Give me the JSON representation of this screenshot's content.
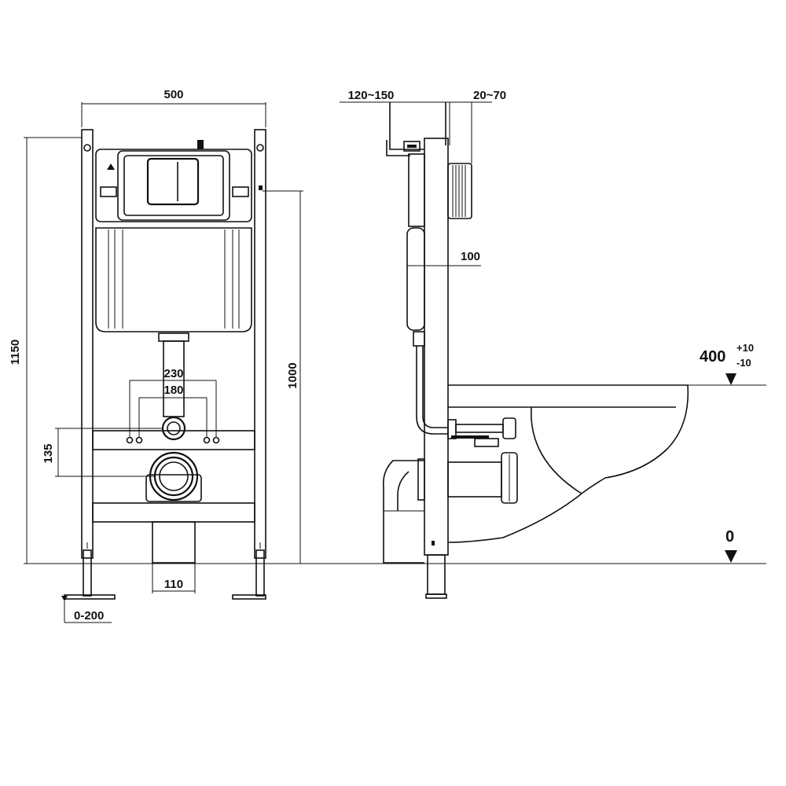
{
  "front_view": {
    "width_label": "500",
    "height_label": "1150",
    "flush_height_label": "1000",
    "outer_spacing_label": "230",
    "inner_spacing_label": "180",
    "outlet_offset_label": "135",
    "pipe_label": "110",
    "leg_adjust_label": "0-200"
  },
  "side_view": {
    "depth_label": "120~150",
    "wall_label": "20~70",
    "tank_label": "100",
    "seat_height_label": "400",
    "seat_tol_plus": "+10",
    "seat_tol_minus": "-10",
    "floor_label": "0"
  }
}
